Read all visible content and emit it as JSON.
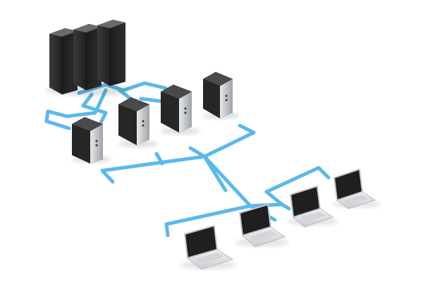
{
  "scene": {
    "colors": {
      "background": "#ffffff",
      "network_line": "#5bb8ea",
      "network_line_dark": "#3b9fd6",
      "server_body": "#2b2b2b",
      "server_dark": "#1e1e1e",
      "server_silver": "#b9bcc0",
      "laptop_silver": "#d9dbde",
      "laptop_screen": "#1f1f1f"
    },
    "icons": {
      "server_rack": "server-rack-icon",
      "tower_server": "tower-server-icon",
      "laptop": "laptop-icon",
      "network_links": "network-cable"
    },
    "counts": {
      "server_racks": 3,
      "tower_servers": 4,
      "laptops": 4
    }
  }
}
